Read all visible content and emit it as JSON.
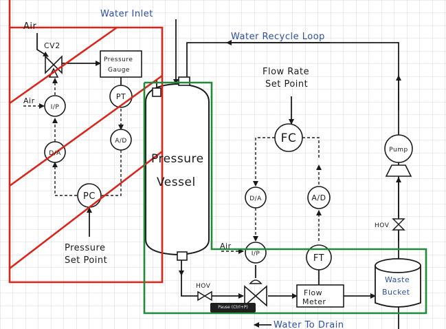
{
  "labels": {
    "water_inlet": "Water Inlet",
    "water_recycle_loop": "Water Recycle Loop",
    "water_to_drain": "Water To Drain",
    "air_top": "Air",
    "air_left": "Air",
    "air_right": "Air",
    "cv2": "CV2",
    "pressure_gauge_line1": "Pressure",
    "pressure_gauge_line2": "Gauge",
    "pressure_vessel_line1": "Pressure",
    "pressure_vessel_line2": "Vessel",
    "flow_rate_line1": "Flow Rate",
    "flow_rate_line2": "Set Point",
    "pressure_sp_line1": "Pressure",
    "pressure_sp_line2": "Set Point",
    "flow_meter_line1": "Flow",
    "flow_meter_line2": "Meter",
    "waste_bucket_line1": "Waste",
    "waste_bucket_line2": "Bucket",
    "hov_top": "HOV",
    "hov_bottom": "HOV"
  },
  "instruments": {
    "ip_left": "I/P",
    "da_left": "D/A",
    "pt": "PT",
    "ad_left": "A/D",
    "pc": "PC",
    "fc": "FC",
    "da_right": "D/A",
    "ad_right": "A/D",
    "ip_right": "I/P",
    "ft": "FT",
    "pump": "Pump"
  },
  "tooltip": "Pause (Ctrl+P)",
  "colors": {
    "grid": "#c9ccd4",
    "ink": "#1a1a1a",
    "red_highlight": "#d9251c",
    "green_highlight": "#1f8a3a",
    "label_blue": "#2c4fa3"
  }
}
